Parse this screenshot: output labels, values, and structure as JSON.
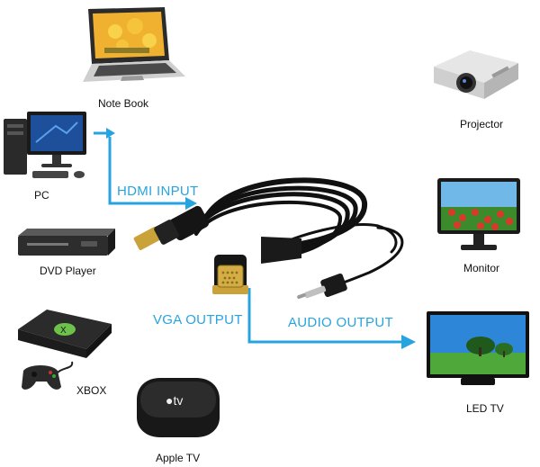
{
  "devices": {
    "notebook": "Note Book",
    "pc": "PC",
    "dvd": "DVD Player",
    "xbox": "XBOX",
    "appletv": "Apple TV",
    "projector": "Projector",
    "monitor": "Monitor",
    "ledtv": "LED TV"
  },
  "flow": {
    "hdmi_input": "HDMI INPUT",
    "vga_output": "VGA OUTPUT",
    "audio_output": "AUDIO OUTPUT"
  },
  "colors": {
    "arrow": "#27a4e0",
    "cable": "#111111",
    "connector_gold": "#c9a23a"
  }
}
